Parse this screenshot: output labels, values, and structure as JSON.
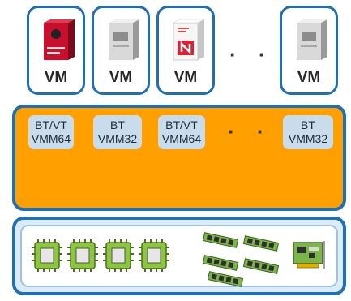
{
  "vms": [
    {
      "label": "VM",
      "art": "red-os-box"
    },
    {
      "label": "VM",
      "art": "gray-os-box"
    },
    {
      "label": "VM",
      "art": "white-n-box"
    },
    {
      "label": "VM",
      "art": "gray-os-box"
    }
  ],
  "vm_ellipsis": "· · ·",
  "vmm": [
    {
      "line1": "BT/VT",
      "line2": "VMM64"
    },
    {
      "line1": "BT",
      "line2": "VMM32"
    },
    {
      "line1": "BT/VT",
      "line2": "VMM64"
    },
    {
      "line1": "BT",
      "line2": "VMM32"
    }
  ],
  "vmm_ellipsis": "· · ·",
  "colors": {
    "border_blue": "#1f6fb3",
    "vmm_orange": "#ff9f00",
    "chip_blue": "#c9dcec",
    "cpu_green": "#8cc63f",
    "ram_green": "#7ab648"
  },
  "hardware": {
    "cpu_count": 4,
    "ram_module_count": 5,
    "expansion_card_count": 1
  }
}
